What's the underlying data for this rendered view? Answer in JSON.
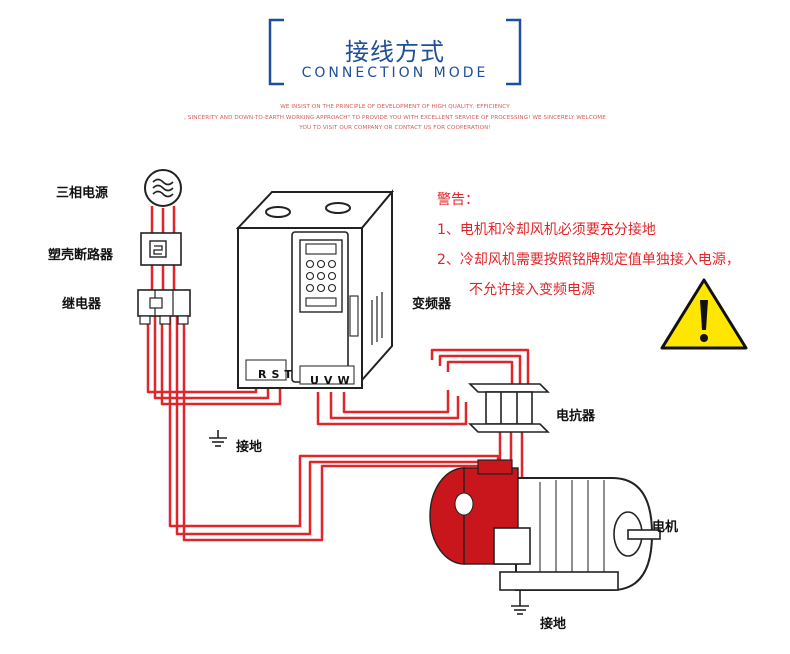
{
  "header": {
    "title_cn": "接线方式",
    "title_en": "CONNECTION MODE",
    "slogan_lines": [
      "WE INSIST ON THE PRINCIPLE OF DEVELOPMENT OF HIGH QUALITY, EFFICIENCY",
      ", SINCERITY AND DOWN-TO-EARTH WORKING APPROACH\" TO PROVIDE YOU WITH EXCELLENT SERVICE OF PROCESSING! WE SINCERELY WELCOME",
      "YOU TO VISIT OUR COMPANY OR CONTACT US FOR COOPERATION!"
    ]
  },
  "labels": {
    "power": "三相电源",
    "breaker": "塑壳断路器",
    "relay": "继电器",
    "inverter": "变频器",
    "reactor": "电抗器",
    "motor": "电机",
    "ground_left": "接地",
    "ground_bottom": "接地",
    "input_terminals": "RST",
    "output_terminals": "UVW"
  },
  "warning": {
    "heading": "警告：",
    "line1": "1、电机和冷却风机必须要充分接地",
    "line2": "2、冷却风机需要按照铭牌规定值单独接入电源，",
    "line3": "不允许接入变频电源"
  },
  "colors": {
    "title_blue": "#1f4e9a",
    "wire_red": "#e0262a",
    "warning_red": "#e0262a",
    "warning_yellow": "#ffe600",
    "motor_red": "#c9161c"
  },
  "icons": {
    "power_source": "ac-wave-icon",
    "warning": "warning-triangle-icon",
    "ground": "ground-icon"
  }
}
